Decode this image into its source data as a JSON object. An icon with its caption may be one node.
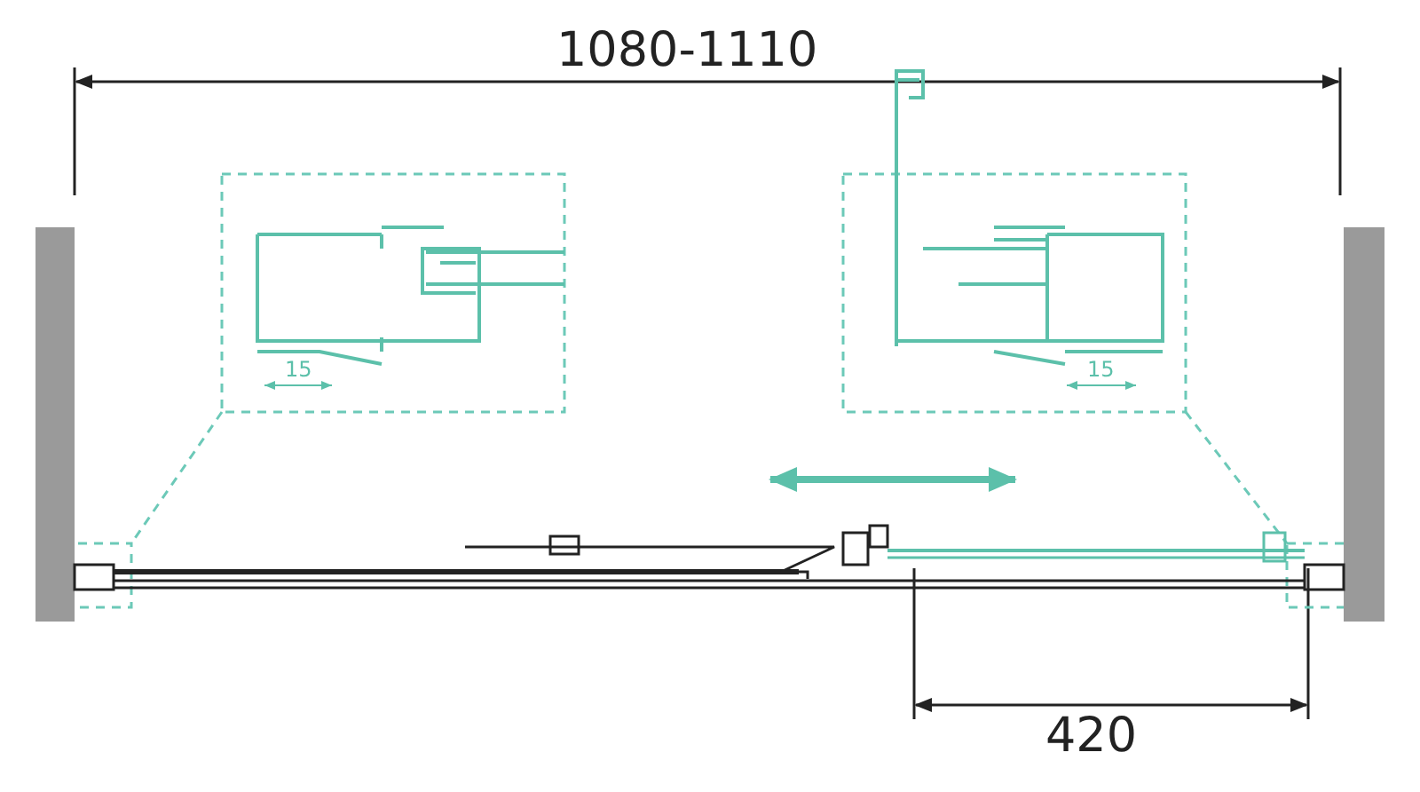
{
  "diagram": {
    "labels": [
      "1080-1110",
      "15",
      "15",
      "420"
    ]
  }
}
